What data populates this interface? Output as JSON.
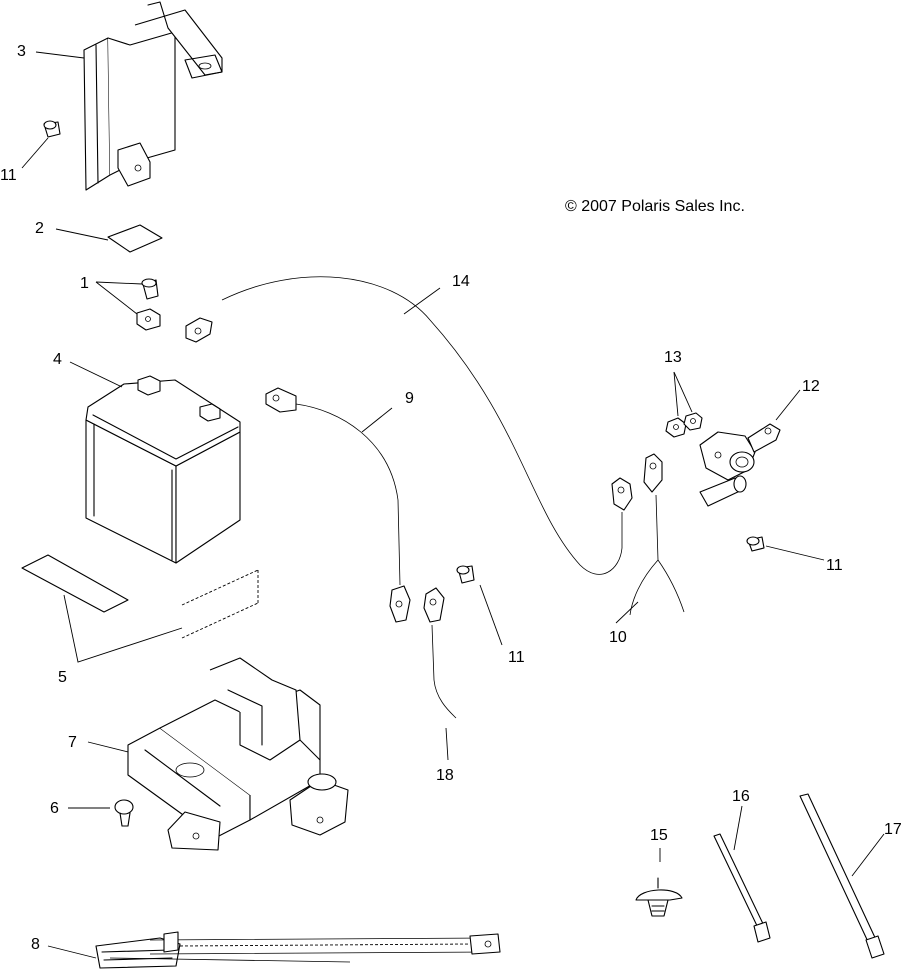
{
  "copyright": "© 2007 Polaris Sales Inc.",
  "callouts": {
    "c1": "1",
    "c2": "2",
    "c3": "3",
    "c4": "4",
    "c5": "5",
    "c6": "6",
    "c7": "7",
    "c8": "8",
    "c9": "9",
    "c10": "10",
    "c11a": "11",
    "c11b": "11",
    "c11c": "11",
    "c12": "12",
    "c13": "13",
    "c14": "14",
    "c15": "15",
    "c16": "16",
    "c17": "17",
    "c18": "18"
  }
}
